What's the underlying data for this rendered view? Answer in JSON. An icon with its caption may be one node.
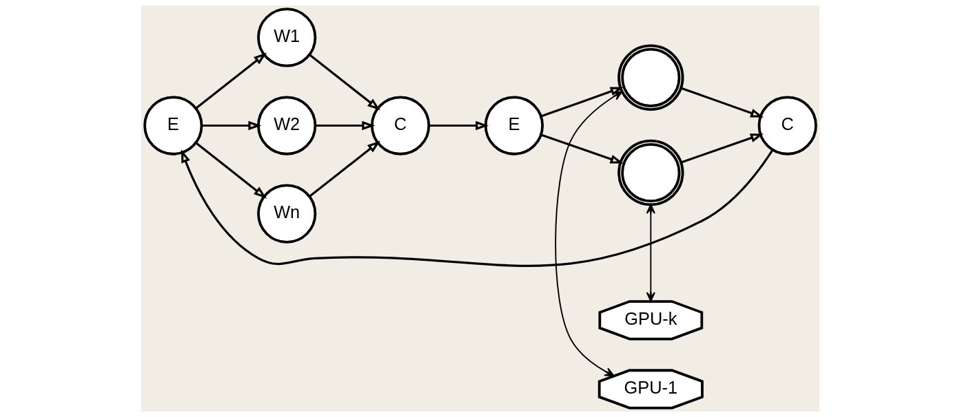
{
  "diagram": {
    "nodes": [
      {
        "text": [
          "E"
        ]
      },
      {
        "text": [
          "W1"
        ]
      },
      {
        "text": [
          "W2"
        ]
      },
      {
        "text": [
          "Wn"
        ]
      },
      {
        "text": [
          "C"
        ]
      },
      {
        "text": [
          "E"
        ]
      },
      {
        "text": [],
        "shape": "circle"
      },
      {
        "text": [],
        "shape": "circle"
      },
      {
        "text": [
          "C"
        ]
      },
      {
        "text": [
          "GPU-1"
        ]
      },
      {
        "text": [
          "GPU-k"
        ]
      }
    ],
    "edges": [
      {
        "from": 0,
        "to": 1,
        "arrow": "to"
      },
      {
        "from": 0,
        "to": 2,
        "arrow": "to"
      },
      {
        "from": 0,
        "to": 3,
        "arrow": "to"
      },
      {
        "from": 1,
        "to": 4,
        "arrow": "to"
      },
      {
        "from": 2,
        "to": 4,
        "arrow": "to"
      },
      {
        "from": 3,
        "to": 4,
        "arrow": "to"
      },
      {
        "from": 4,
        "to": 5,
        "arrow": "to"
      },
      {
        "from": 5,
        "to": 6,
        "arrow": "to"
      },
      {
        "from": 5,
        "to": 7,
        "arrow": "to"
      },
      {
        "from": 6,
        "to": 8,
        "arrow": "to"
      },
      {
        "from": 7,
        "to": 8,
        "arrow": "to"
      },
      {
        "from": 9,
        "to": 6,
        "arrow": "both"
      },
      {
        "from": 10,
        "to": 7,
        "arrow": "both"
      },
      {
        "from": 8,
        "to": 0,
        "arrow": "to"
      }
    ]
  }
}
